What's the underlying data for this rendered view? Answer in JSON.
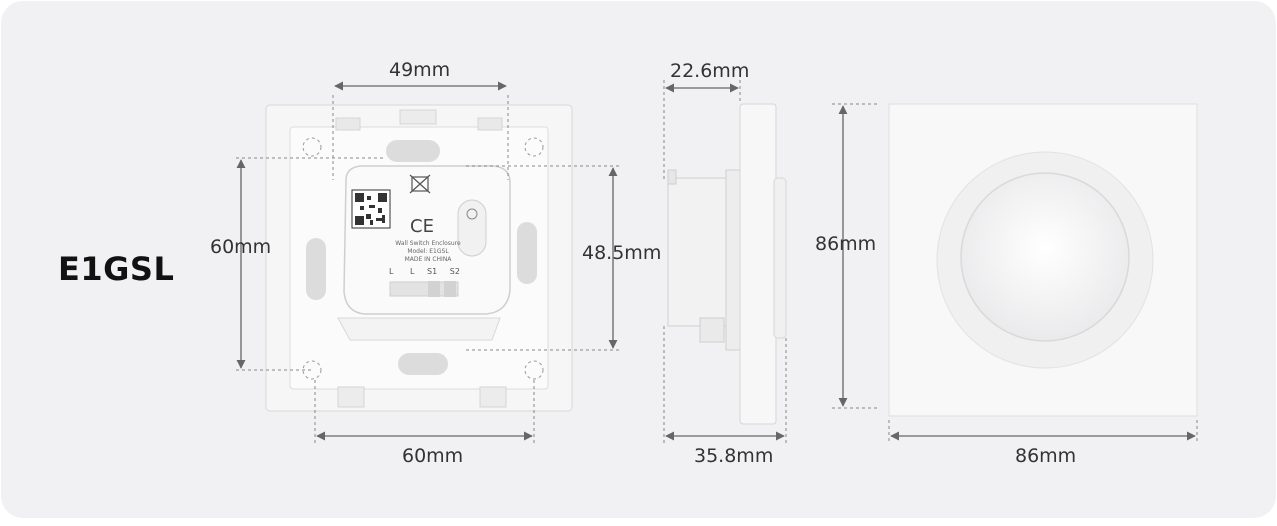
{
  "model": "E1GSL",
  "back_view": {
    "top_width": "49mm",
    "left_height": "60mm",
    "right_height": "48.5mm",
    "bottom_width": "60mm",
    "label_lines": [
      "Wall Switch Enclosure",
      "Model: E1GSL",
      "MADE IN CHINA"
    ],
    "terminals": [
      "L",
      "L",
      "S1",
      "S2"
    ]
  },
  "side_view": {
    "top_depth": "22.6mm",
    "bottom_depth": "35.8mm"
  },
  "front_view": {
    "height": "86mm",
    "width": "86mm"
  }
}
